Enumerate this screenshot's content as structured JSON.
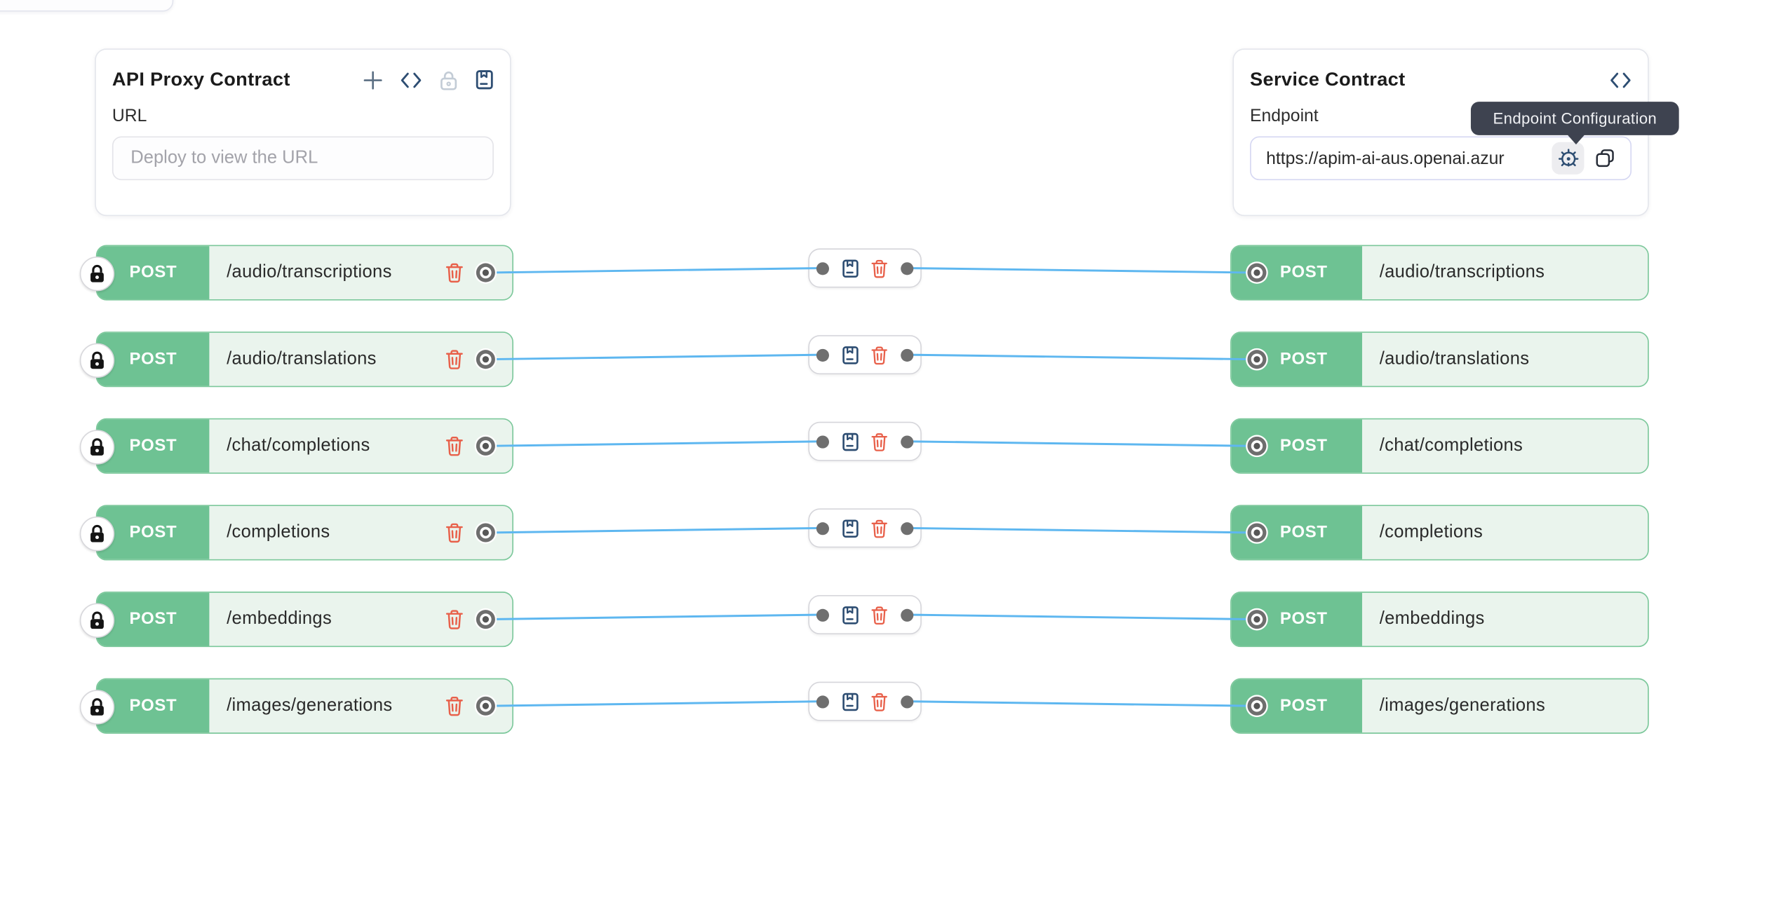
{
  "proxy_panel": {
    "title": "API Proxy Contract",
    "url_label": "URL",
    "url_placeholder": "Deploy to view the URL",
    "toolbar_icons": [
      "add",
      "code",
      "lock",
      "notebook"
    ]
  },
  "service_panel": {
    "title": "Service Contract",
    "endpoint_label": "Endpoint",
    "endpoint_value": "https://apim-ai-aus.openai.azur",
    "tooltip": "Endpoint Configuration",
    "toolbar_icons": [
      "code"
    ]
  },
  "routes": [
    {
      "method": "POST",
      "path": "/audio/transcriptions"
    },
    {
      "method": "POST",
      "path": "/audio/translations"
    },
    {
      "method": "POST",
      "path": "/chat/completions"
    },
    {
      "method": "POST",
      "path": "/completions"
    },
    {
      "method": "POST",
      "path": "/embeddings"
    },
    {
      "method": "POST",
      "path": "/images/generations"
    }
  ],
  "icons": {
    "add": "plus",
    "code": "angle-brackets",
    "lock": "padlock",
    "notebook": "notes-book",
    "trash": "trash-can",
    "target": "connection-node",
    "dot": "connection-point",
    "gear": "settings-gear",
    "copy": "duplicate"
  },
  "colors": {
    "method_green": "#6ec293",
    "row_bg": "#eaf4ed",
    "row_border": "#7cc89b",
    "connector_blue": "#5eb7f0",
    "danger_red": "#e8604a",
    "icon_navy": "#2d4d72",
    "tooltip_bg": "#3e4350",
    "endpoint_border": "#d5d7f2"
  }
}
